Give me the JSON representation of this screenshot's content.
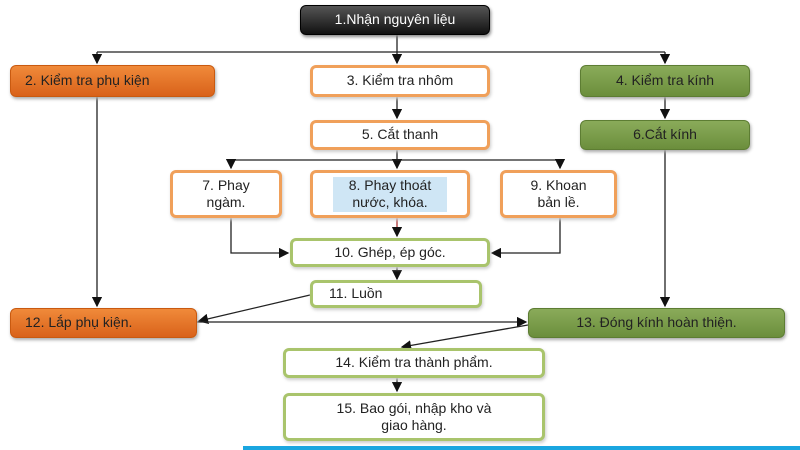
{
  "nodes": {
    "n1": "1.Nhận nguyên liệu",
    "n2": "2. Kiểm tra phụ kiện",
    "n3": "3. Kiểm tra nhôm",
    "n4": "4. Kiểm tra kính",
    "n5": "5. Cắt thanh",
    "n6": "6.Cắt kính",
    "n7": "7. Phay ngàm.",
    "n8": "8. Phay thoát nước, khóa.",
    "n9": "9. Khoan bản lề.",
    "n10": "10. Ghép, ép góc.",
    "n11": "11. Luồn",
    "n12": "12. Lắp phụ kiện.",
    "n13": "13. Đóng kính hoàn thiện.",
    "n14": "14. Kiểm tra thành phẩm.",
    "n15": "15. Bao gói, nhập kho và giao hàng."
  },
  "colors": {
    "orange": "#e07020",
    "green": "#7a9c48",
    "black": "#222222",
    "accent": "#1aa6e0"
  }
}
